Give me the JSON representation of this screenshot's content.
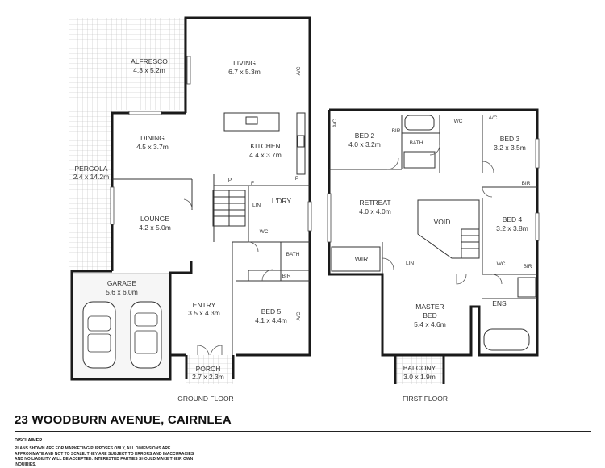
{
  "floors": {
    "ground": "GROUND FLOOR",
    "first": "FIRST FLOOR"
  },
  "rooms": {
    "alfresco": {
      "name": "ALFRESCO",
      "size": "4.3 x 5.2m"
    },
    "living": {
      "name": "LIVING",
      "size": "6.7 x 5.3m"
    },
    "dining": {
      "name": "DINING",
      "size": "4.5 x 3.7m"
    },
    "kitchen": {
      "name": "KITCHEN",
      "size": "4.4 x 3.7m"
    },
    "pergola": {
      "name": "PERGOLA",
      "size": "2.4 x 14.2m"
    },
    "lounge": {
      "name": "LOUNGE",
      "size": "4.2 x 5.0m"
    },
    "ldry": {
      "name": "L'DRY"
    },
    "garage": {
      "name": "GARAGE",
      "size": "5.6 x 6.0m"
    },
    "entry": {
      "name": "ENTRY",
      "size": "3.5 x 4.3m"
    },
    "bed5": {
      "name": "BED 5",
      "size": "4.1 x 4.4m"
    },
    "porch": {
      "name": "PORCH",
      "size": "2.7 x 2.3m"
    },
    "bed2": {
      "name": "BED 2",
      "size": "4.0 x 3.2m"
    },
    "bed3": {
      "name": "BED 3",
      "size": "3.2 x 3.5m"
    },
    "retreat": {
      "name": "RETREAT",
      "size": "4.0 x 4.0m"
    },
    "void": {
      "name": "VOID"
    },
    "bed4": {
      "name": "BED 4",
      "size": "3.2 x 3.8m"
    },
    "wir": {
      "name": "WIR"
    },
    "master": {
      "name1": "MASTER",
      "name2": "BED",
      "size": "5.4 x 4.6m"
    },
    "ens": {
      "name": "ENS"
    },
    "balcony": {
      "name": "BALCONY",
      "size": "3.0 x 1.9m"
    }
  },
  "small_labels": {
    "ac": "A/C",
    "wc": "WC",
    "bath": "BATH",
    "bir": "BIR",
    "lin": "LIN",
    "p": "P",
    "f": "F"
  },
  "address": "23 WOODBURN AVENUE, CAIRNLEA",
  "disclaimer": {
    "title": "DISCLAIMER",
    "text": "PLANS SHOWN ARE FOR MARKETING PURPOSES ONLY, ALL DIMENSIONS ARE APPROXIMATE AND NOT TO SCALE. THEY ARE SUBJECT TO ERRORS AND INACCURACIES AND NO LIABILITY WILL BE ACCEPTED. INTERESTED PARTIES SHOULD MAKE THEIR OWN INQUIRIES."
  }
}
